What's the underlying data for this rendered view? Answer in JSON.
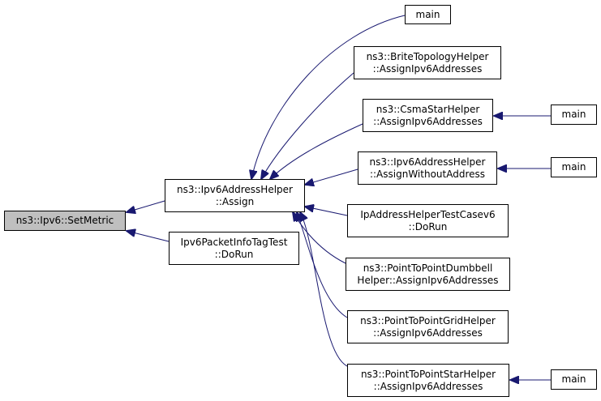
{
  "graph": {
    "edge_color": "#191970",
    "focus_fill": "#bfbfbf",
    "nodes": {
      "set_metric": {
        "lines": [
          "ns3::Ipv6::SetMetric"
        ]
      },
      "assign": {
        "lines": [
          "ns3::Ipv6AddressHelper",
          "::Assign"
        ]
      },
      "packet_info": {
        "lines": [
          "Ipv6PacketInfoTagTest",
          "::DoRun"
        ]
      },
      "main_top": {
        "lines": [
          "main"
        ]
      },
      "brite": {
        "lines": [
          "ns3::BriteTopologyHelper",
          "::AssignIpv6Addresses"
        ]
      },
      "csma": {
        "lines": [
          "ns3::CsmaStarHelper",
          "::AssignIpv6Addresses"
        ]
      },
      "without": {
        "lines": [
          "ns3::Ipv6AddressHelper",
          "::AssignWithoutAddress"
        ]
      },
      "testcase": {
        "lines": [
          "IpAddressHelperTestCasev6",
          "::DoRun"
        ]
      },
      "dumbbell": {
        "lines": [
          "ns3::PointToPointDumbbell",
          "Helper::AssignIpv6Addresses"
        ]
      },
      "grid": {
        "lines": [
          "ns3::PointToPointGridHelper",
          "::AssignIpv6Addresses"
        ]
      },
      "star": {
        "lines": [
          "ns3::PointToPointStarHelper",
          "::AssignIpv6Addresses"
        ]
      },
      "main_csma": {
        "lines": [
          "main"
        ]
      },
      "main_without": {
        "lines": [
          "main"
        ]
      },
      "main_star": {
        "lines": [
          "main"
        ]
      }
    }
  }
}
